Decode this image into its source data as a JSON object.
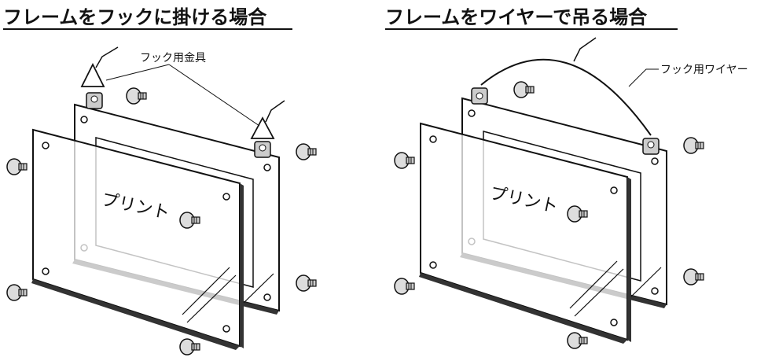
{
  "left": {
    "title": "フレームをフックに掛ける場合",
    "callout": "フック用金具",
    "print_label": "プリント"
  },
  "right": {
    "title": "フレームをワイヤーで吊る場合",
    "callout": "フック用ワイヤー",
    "print_label": "プリント"
  }
}
